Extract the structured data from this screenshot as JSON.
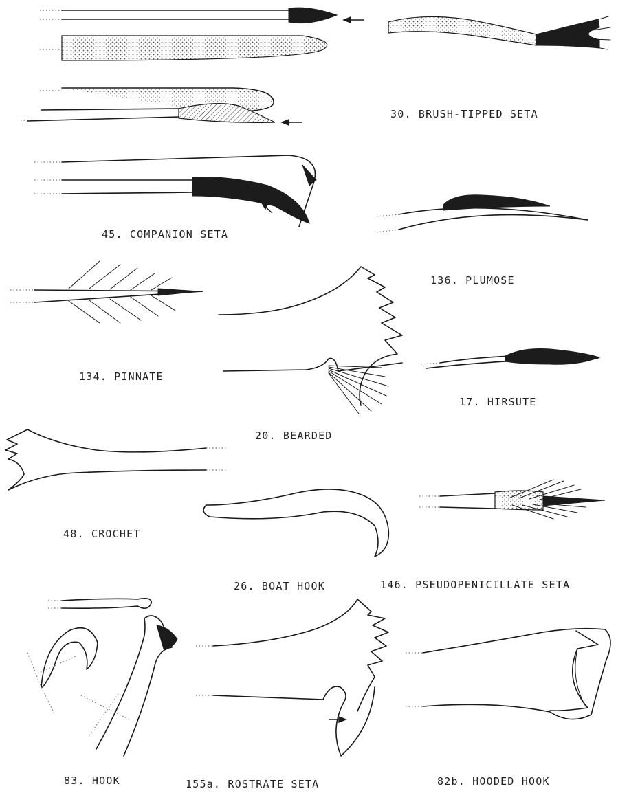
{
  "labels": {
    "brush_tipped": "30.  BRUSH-TIPPED SETA",
    "companion": "45.  COMPANION SETA",
    "plumose": "136.  PLUMOSE",
    "pinnate": "134.  PINNATE",
    "hirsute": "17.  HIRSUTE",
    "bearded": "20.  BEARDED",
    "crochet": "48.  CROCHET",
    "boat_hook": "26.  BOAT HOOK",
    "pseudopenicillate": "146.  PSEUDOPENICILLATE SETA",
    "hook": "83.  HOOK",
    "rostrate": "155a.  ROSTRATE SETA",
    "hooded_hook": "82b.  HOODED HOOK"
  },
  "colors": {
    "ink": "#1a1a1a",
    "stipple": "#cfcfcf",
    "background": "#ffffff"
  }
}
